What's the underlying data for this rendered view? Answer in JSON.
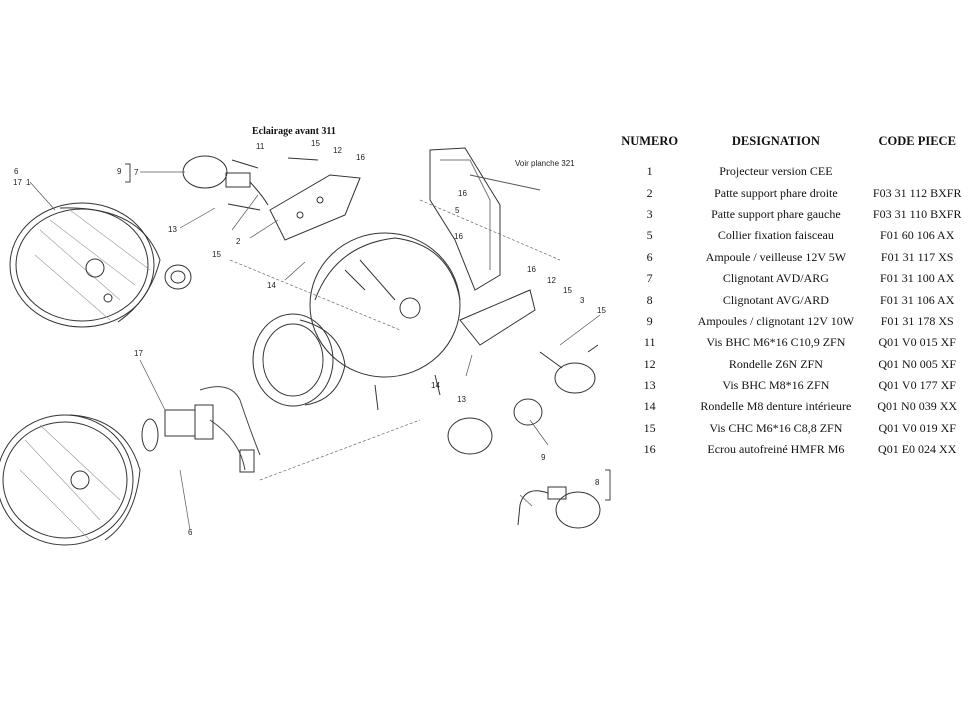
{
  "diagram": {
    "title": "Eclairage avant 311",
    "reference_note": "Voir planche 321",
    "callouts": [
      "6",
      "17",
      "1",
      "9",
      "7",
      "11",
      "15",
      "12",
      "16",
      "13",
      "15",
      "2",
      "14",
      "16",
      "5",
      "16",
      "16",
      "12",
      "15",
      "3",
      "15",
      "17",
      "14",
      "13",
      "9",
      "6",
      "8"
    ]
  },
  "table": {
    "headers": {
      "number": "NUMERO",
      "designation": "DESIGNATION",
      "code": "CODE PIECE"
    },
    "rows": [
      {
        "number": "1",
        "designation": "Projecteur version CEE",
        "code": ""
      },
      {
        "number": "2",
        "designation": "Patte support phare droite",
        "code": "F03 31 112 BXFR"
      },
      {
        "number": "3",
        "designation": "Patte support phare gauche",
        "code": "F03 31 110 BXFR"
      },
      {
        "number": "5",
        "designation": "Collier fixation faisceau",
        "code": "F01 60 106 AX"
      },
      {
        "number": "6",
        "designation": "Ampoule / veilleuse 12V 5W",
        "code": "F01 31 117 XS"
      },
      {
        "number": "7",
        "designation": "Clignotant AVD/ARG",
        "code": "F01 31 100 AX"
      },
      {
        "number": "8",
        "designation": "Clignotant AVG/ARD",
        "code": "F01 31 106 AX"
      },
      {
        "number": "9",
        "designation": "Ampoules / clignotant 12V 10W",
        "code": "F01 31 178 XS"
      },
      {
        "number": "11",
        "designation": "Vis BHC M6*16 C10,9 ZFN",
        "code": "Q01 V0 015 XF"
      },
      {
        "number": "12",
        "designation": "Rondelle Z6N ZFN",
        "code": "Q01 N0 005 XF"
      },
      {
        "number": "13",
        "designation": "Vis BHC M8*16 ZFN",
        "code": "Q01 V0 177 XF"
      },
      {
        "number": "14",
        "designation": "Rondelle M8 denture intérieure",
        "code": "Q01 N0 039 XX"
      },
      {
        "number": "15",
        "designation": "Vis CHC M6*16 C8,8 ZFN",
        "code": "Q01 V0 019 XF"
      },
      {
        "number": "16",
        "designation": "Ecrou autofreiné HMFR M6",
        "code": "Q01 E0 024 XX"
      }
    ]
  }
}
